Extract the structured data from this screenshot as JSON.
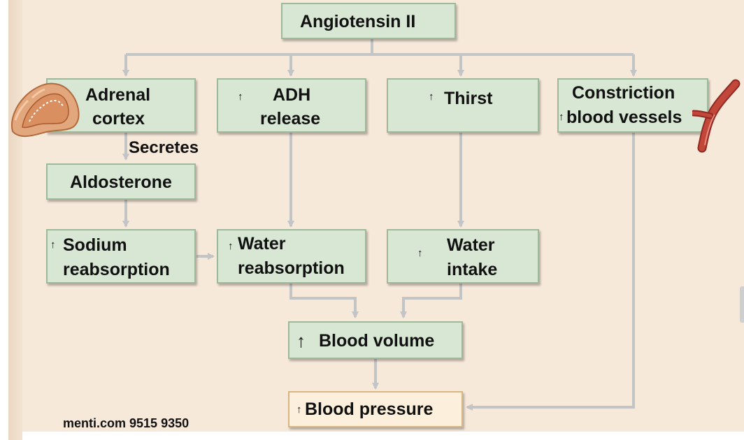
{
  "colors": {
    "background": "#f7e9da",
    "box_fill": "#d8e7d4",
    "box_border": "#9eb99a",
    "pressure_fill": "#fcefdc",
    "pressure_border": "#d9b581",
    "arrow": "#c2c4c6",
    "vessel": "#b03a2e",
    "gland": "#e2a77c"
  },
  "icons": {
    "increase": "up-arrow-icon",
    "adrenal_illustration": "adrenal-gland-icon",
    "vessel_illustration": "blood-vessel-icon"
  },
  "diagram": {
    "up_symbol": "↑",
    "nodes": {
      "angiotensin": {
        "line1": "Angiotensin II"
      },
      "adrenal": {
        "line1": "Adrenal",
        "line2": "cortex"
      },
      "adh": {
        "line1": "ADH",
        "line2": "release"
      },
      "thirst": {
        "line1": "Thirst"
      },
      "constriction": {
        "line1": "Constriction",
        "line2": "blood vessels"
      },
      "aldosterone": {
        "line1": "Aldosterone"
      },
      "sodium": {
        "line1": "Sodium",
        "line2": "reabsorption"
      },
      "water_reabs": {
        "line1": "Water",
        "line2": "reabsorption"
      },
      "water_intake": {
        "line1": "Water",
        "line2": "intake"
      },
      "blood_volume": {
        "line1": "Blood volume"
      },
      "blood_pressure": {
        "line1": "Blood pressure"
      }
    },
    "edge_labels": {
      "secretes": "Secretes"
    }
  },
  "footer": {
    "text": "menti.com 9515 9350"
  }
}
